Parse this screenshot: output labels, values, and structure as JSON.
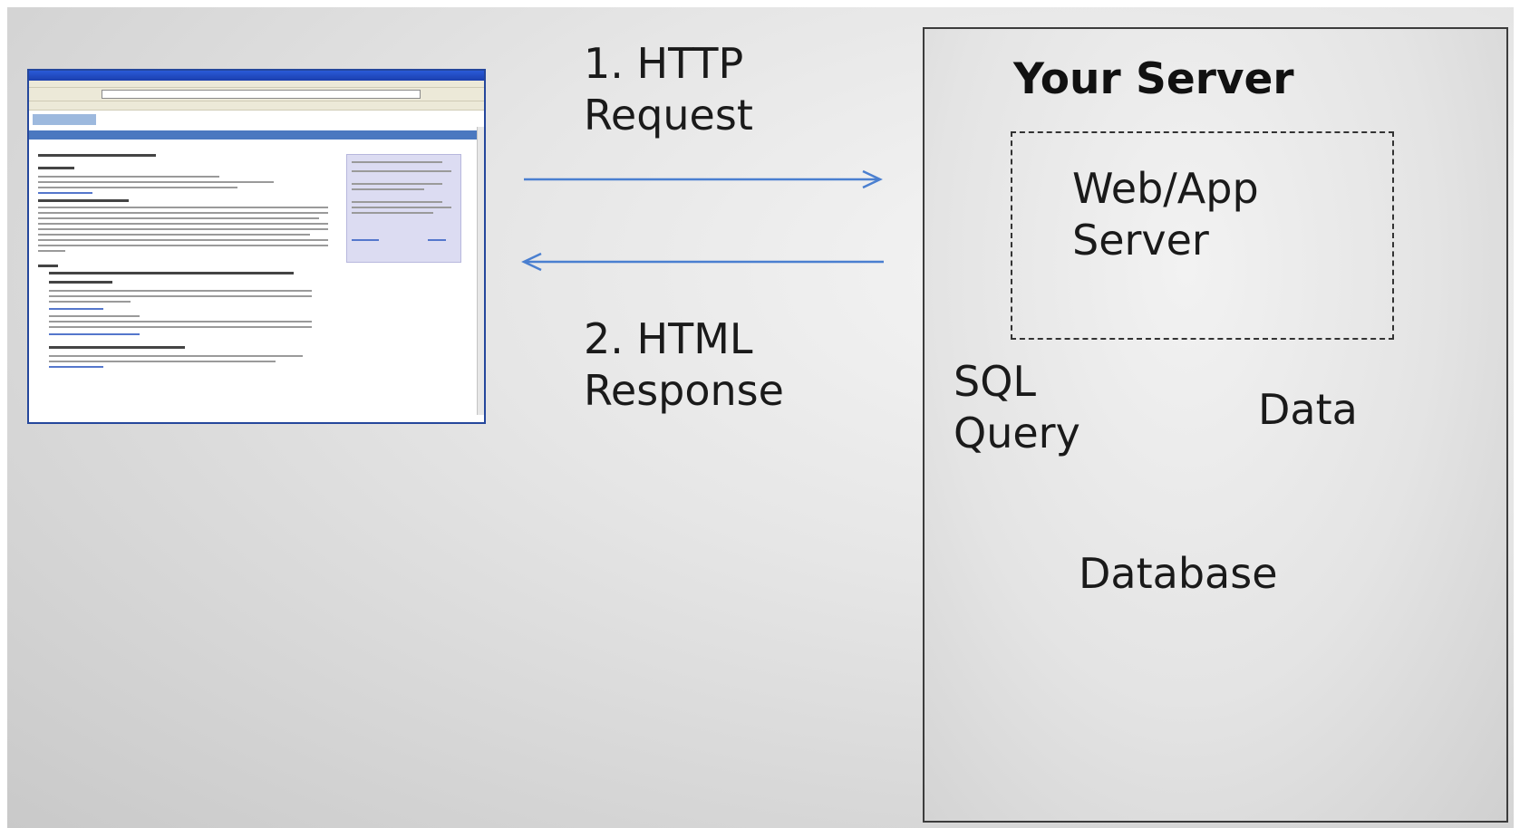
{
  "diagram": {
    "request_label": "1. HTTP\nRequest",
    "response_label": "2. HTML\nResponse",
    "server_title": "Your Server",
    "webapp_label": "Web/App\nServer",
    "sql_label": "SQL\nQuery",
    "data_label": "Data",
    "database_label": "Database"
  },
  "colors": {
    "arrow": "#4a7fd0",
    "dashed_arrow": "#4a7fd0",
    "border": "#333333"
  }
}
